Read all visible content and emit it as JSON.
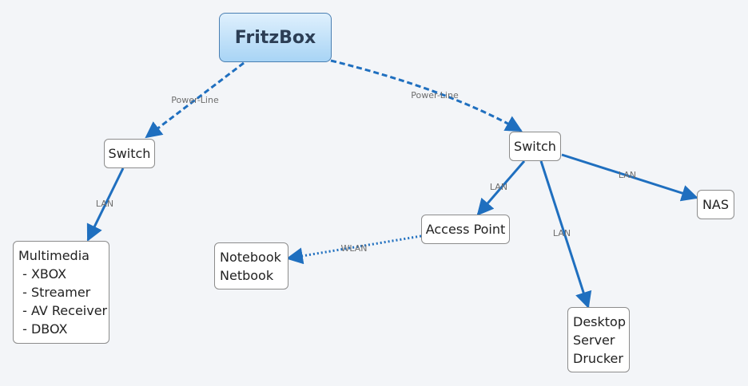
{
  "diagram": {
    "root": {
      "label": "FritzBox"
    },
    "switch_left": {
      "label": "Switch"
    },
    "switch_right": {
      "label": "Switch"
    },
    "multimedia": {
      "lines": [
        "Multimedia",
        " - XBOX",
        " - Streamer",
        " - AV Receiver",
        " - DBOX"
      ]
    },
    "access_point": {
      "label": "Access Point"
    },
    "notebook": {
      "lines": [
        "Notebook",
        "Netbook"
      ]
    },
    "nas": {
      "label": "NAS"
    },
    "desktop": {
      "lines": [
        "Desktop",
        "Server",
        "Drucker"
      ]
    },
    "edges": {
      "root_to_switch_left": {
        "label": "Power-Line",
        "style": "dashed"
      },
      "root_to_switch_right": {
        "label": "Power-Line",
        "style": "dashed"
      },
      "switch_left_to_multimedia": {
        "label": "LAN",
        "style": "solid"
      },
      "switch_right_to_access_point": {
        "label": "LAN",
        "style": "solid"
      },
      "switch_right_to_desktop": {
        "label": "LAN",
        "style": "solid"
      },
      "switch_right_to_nas": {
        "label": "LAN",
        "style": "solid"
      },
      "access_point_to_notebook": {
        "label": "WLAN",
        "style": "dotted"
      }
    }
  },
  "colors": {
    "line": "#1f6fbf",
    "root_border": "#4a7fb2",
    "background": "#f3f5f8"
  }
}
